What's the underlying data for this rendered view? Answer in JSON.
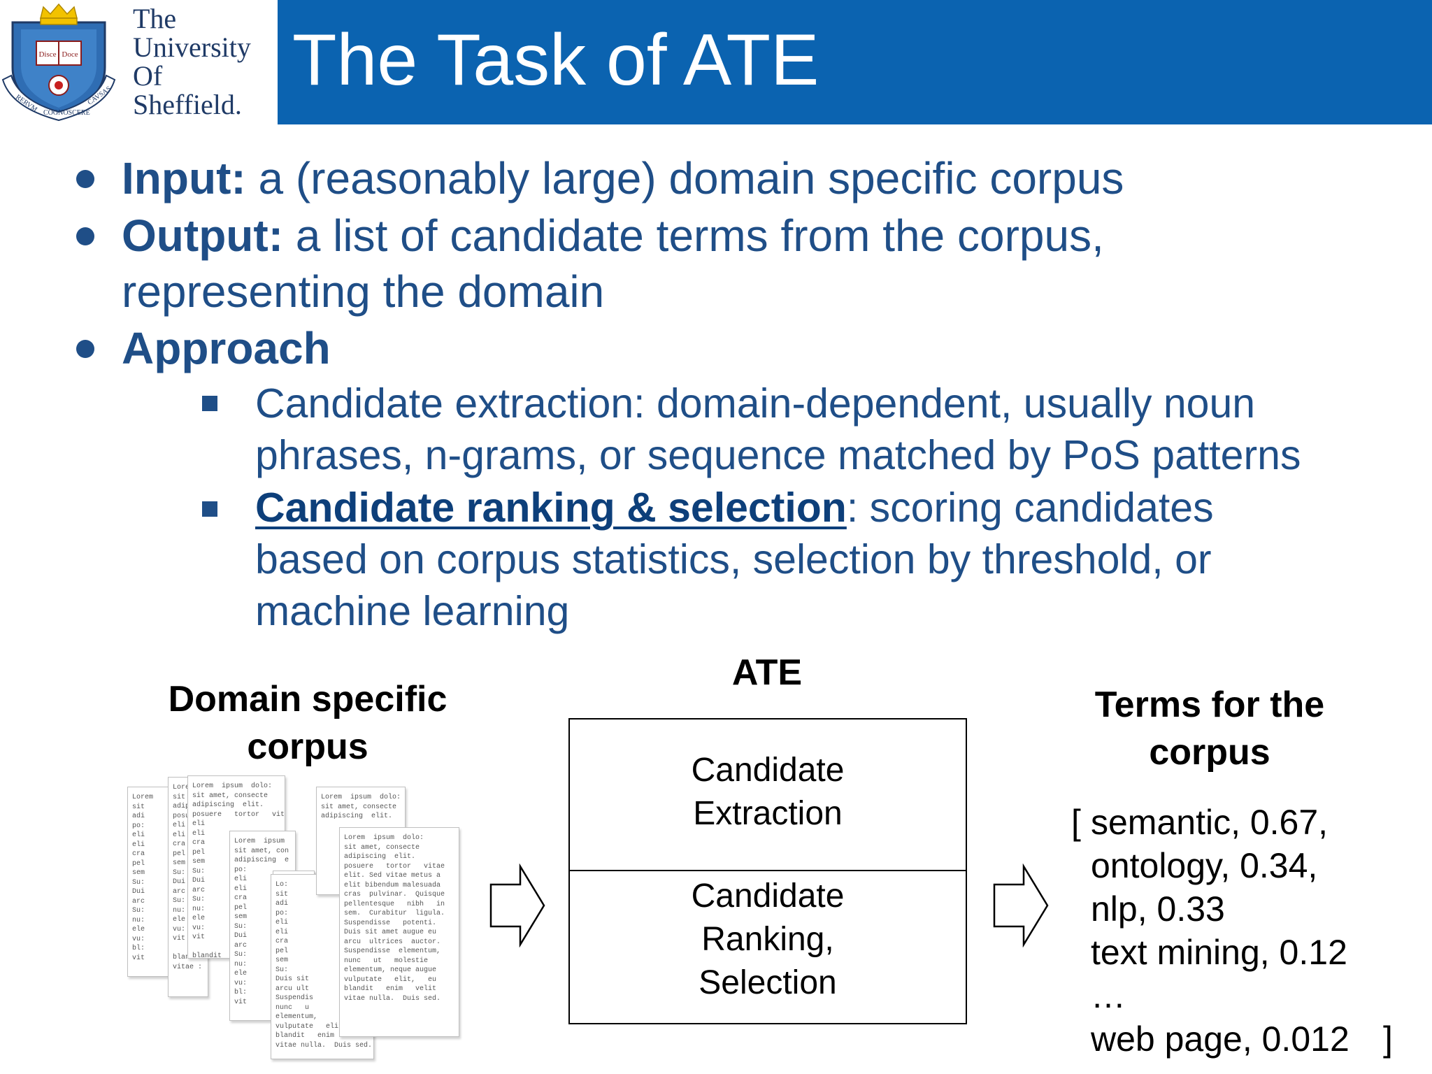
{
  "logo": {
    "institution_lines": [
      "The",
      "University",
      "Of",
      "Sheffield."
    ],
    "crest_motto": "Disce Doce",
    "crest_band_left": "RERVM",
    "crest_band_center": "COGNOSCERE",
    "crest_band_right": "CAVSAS"
  },
  "slide": {
    "title": "The Task of ATE"
  },
  "bullets": {
    "input_label": "Input:",
    "input_text": " a (reasonably large) domain specific corpus",
    "output_label": "Output:",
    "output_text_line1": " a list of candidate terms from the corpus,",
    "output_text_line2": "representing the domain",
    "approach_label": "Approach",
    "sub1_line1": "Candidate extraction: domain-dependent, usually noun",
    "sub1_line2": "phrases, n-grams, or sequence matched by PoS patterns",
    "sub2_link": "Candidate ranking & selection",
    "sub2_line1_rest": ": scoring candidates",
    "sub2_line2": "based on corpus statistics, selection by threshold, or",
    "sub2_line3": "machine learning"
  },
  "diagram": {
    "corpus_heading_line1": "Domain specific",
    "corpus_heading_line2": "corpus",
    "ate_heading": "ATE",
    "box_top_line1": "Candidate",
    "box_top_line2": "Extraction",
    "box_bottom_line1": "Candidate",
    "box_bottom_line2": "Ranking,",
    "box_bottom_line3": "Selection",
    "terms_heading_line1": "Terms for the",
    "terms_heading_line2": "corpus",
    "terms_open_bracket": "[",
    "terms_close_bracket": "]",
    "terms_list": [
      "semantic, 0.67,",
      "ontology, 0.34,",
      "nlp, 0.33",
      "text mining, 0.12",
      "…",
      "web page, 0.012"
    ]
  },
  "documents": {
    "doc1": "Lorem  \nsit\nadi\npo:\neli\neli\ncra\npel\nsem\nSu:\nDui\narc\nSu:\nnu:\nele\nvu:\nbl:\nvit",
    "doc2": "Lorem  ipsum  dolo:\nsit amet, consecte\nadipiscing  elit.\nposuere   tortor   vitae\neli\neli\ncra\npel\nsem\nSu:\nDui\narc\nSu:\nnu:\nele\nvu:\nvit\n\nblandit\nvitae :",
    "doc3": "Lorem  ipsum\nsit amet, con\nadipiscing  e\npo:\neli\neli\ncra\npel\nsem\nSu:\nDui\narc\nSu:\nnu:\nele\nvu:\nbl:\nvit",
    "doc4": "Lo:\nsit\nadi\npo:\neli\neli\ncra\npel\nsem\nSu:\nDuis sit\narcu ult\nSuspendis\nnunc   u\nelementum,\nvulputate   elit,   eu\nblandit   enim   velit\nvitae nulla.  Duis sed.",
    "doc5": "Lorem  ipsum  dolo:\nsit amet, consecte\nadipiscing  elit.",
    "doc6": "Lorem  ipsum  dolo:\nsit amet, consecte\nadipiscing  elit.\nposuere   tortor   vitae\nelit. Sed vitae metus a\nelit bibendum malesuada\ncras  pulvinar.  Quisque\npellentesque   nibh   in\nsem.  Curabitur  ligula.\nSuspendisse   potenti.\nDuis sit amet augue eu\narcu  ultrices  auctor.\nSuspendisse  elementum,\nnunc   ut   molestie\nelementum, neque augue\nvulputate   elit,   eu\nblandit   enim   velit\nvitae nulla.  Duis sed."
  },
  "colors": {
    "header_blue": "#0b63b0",
    "text_blue": "#1f4e87",
    "logo_text": "#1f3a66"
  }
}
